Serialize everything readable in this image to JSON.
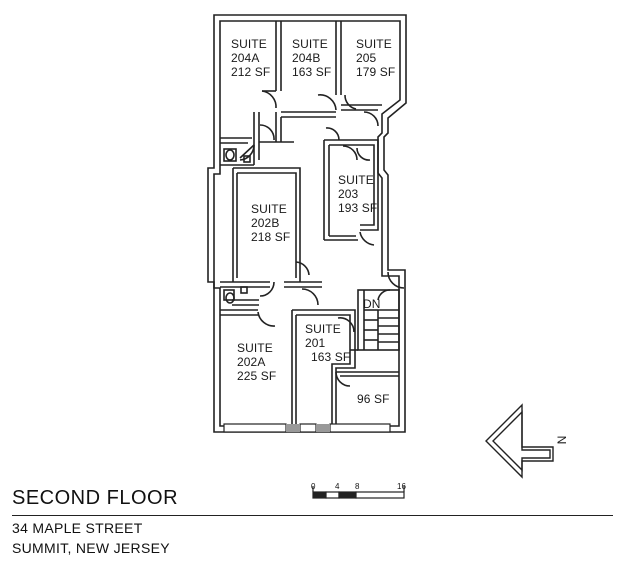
{
  "rooms": [
    {
      "id": "204a",
      "lines": [
        "SUITE",
        "204A",
        "212 SF"
      ]
    },
    {
      "id": "204b",
      "lines": [
        "SUITE",
        "204B",
        "163 SF"
      ]
    },
    {
      "id": "205",
      "lines": [
        "SUITE",
        "205",
        "179 SF"
      ]
    },
    {
      "id": "203",
      "lines": [
        "SUITE",
        "203",
        "193 SF"
      ]
    },
    {
      "id": "202b",
      "lines": [
        "SUITE",
        "202B",
        "218 SF"
      ]
    },
    {
      "id": "201",
      "lines": [
        "SUITE",
        "201",
        "163 SF"
      ]
    },
    {
      "id": "202a",
      "lines": [
        "SUITE",
        "202A",
        "225 SF"
      ]
    },
    {
      "id": "storage",
      "lines": [
        "96 SF"
      ]
    }
  ],
  "stair_label": "DN",
  "north_label": "N",
  "scale": {
    "ticks": [
      "0",
      "4",
      "8",
      "16"
    ]
  },
  "title": "SECOND FLOOR",
  "address": {
    "line1": "34 MAPLE STREET",
    "line2": "SUMMIT, NEW JERSEY"
  }
}
